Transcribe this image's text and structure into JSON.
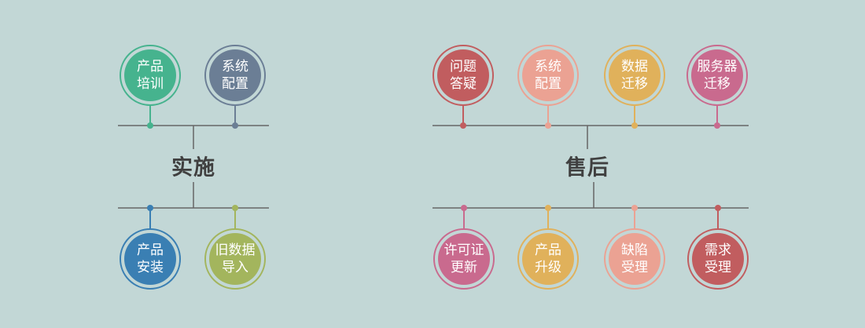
{
  "groups": [
    {
      "id": "implementation",
      "hub_label": "实施",
      "top_nodes": [
        {
          "line1": "产品",
          "line2": "培训",
          "color": "#46b38e"
        },
        {
          "line1": "系统",
          "line2": "配置",
          "color": "#6b7e95"
        }
      ],
      "bottom_nodes": [
        {
          "line1": "产品",
          "line2": "安装",
          "color": "#3a7fb3"
        },
        {
          "line1": "旧数据",
          "line2": "导入",
          "color": "#a3b55d"
        }
      ]
    },
    {
      "id": "after-sales",
      "hub_label": "售后",
      "top_nodes": [
        {
          "line1": "问题",
          "line2": "答疑",
          "color": "#c15d5f"
        },
        {
          "line1": "系统",
          "line2": "配置",
          "color": "#eba293"
        },
        {
          "line1": "数据",
          "line2": "迁移",
          "color": "#e0b15b"
        },
        {
          "line1": "服务器",
          "line2": "迁移",
          "color": "#c96a8e"
        }
      ],
      "bottom_nodes": [
        {
          "line1": "许可证",
          "line2": "更新",
          "color": "#c96a8e"
        },
        {
          "line1": "产品",
          "line2": "升级",
          "color": "#e0b15b"
        },
        {
          "line1": "缺陷",
          "line2": "受理",
          "color": "#eba293"
        },
        {
          "line1": "需求",
          "line2": "受理",
          "color": "#c15d5f"
        }
      ]
    }
  ]
}
